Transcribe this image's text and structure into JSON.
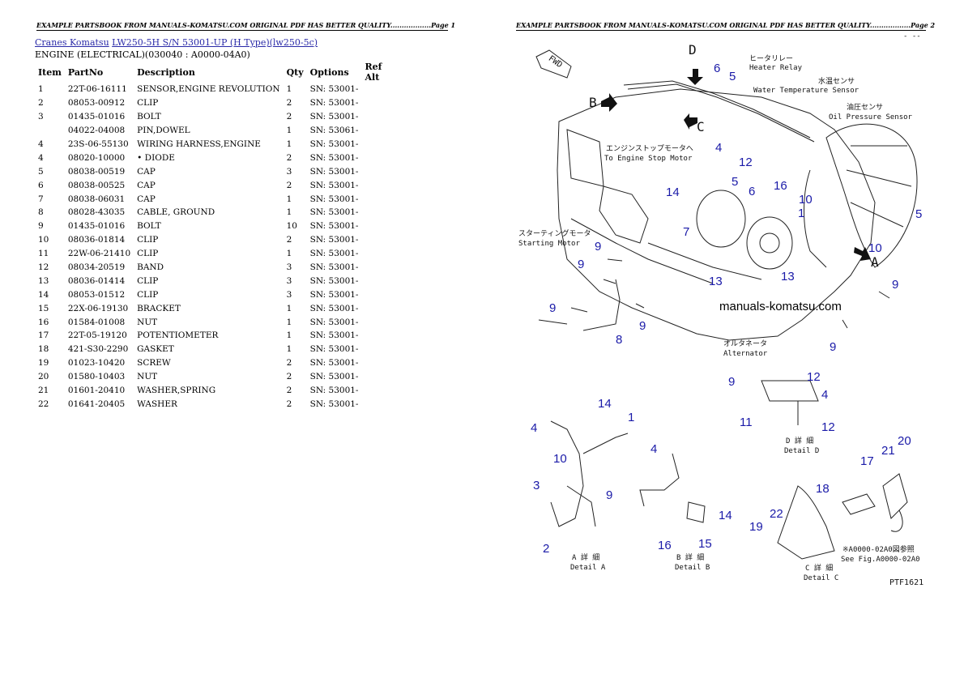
{
  "header": {
    "page1": "EXAMPLE PARTSBOOK FROM MANUALS-KOMATSU.COM ORIGINAL PDF HAS BETTER QUALITY..................Page 1",
    "page2": "EXAMPLE PARTSBOOK FROM MANUALS-KOMATSU.COM ORIGINAL PDF HAS BETTER QUALITY..................Page 2"
  },
  "breadcrumb": {
    "link1": "Cranes Komatsu",
    "link2": "LW250-5H S/N 53001-UP (H Type)(lw250-5c)"
  },
  "section_title": "ENGINE (ELECTRICAL)(030040 : A0000-04A0)",
  "table": {
    "headers": [
      "Item",
      "PartNo",
      "Description",
      "Qty",
      "Options",
      "Ref Alt"
    ],
    "rows": [
      [
        "1",
        "22T-06-16111",
        "SENSOR,ENGINE REVOLUTION",
        "1",
        "SN: 53001-",
        ""
      ],
      [
        "2",
        "08053-00912",
        "CLIP",
        "2",
        "SN: 53001-",
        ""
      ],
      [
        "3",
        "01435-01016",
        "BOLT",
        "2",
        "SN: 53001-",
        ""
      ],
      [
        "",
        "04022-04008",
        "PIN,DOWEL",
        "1",
        "SN: 53061-",
        ""
      ],
      [
        "4",
        "23S-06-55130",
        "WIRING HARNESS,ENGINE",
        "1",
        "SN: 53001-",
        ""
      ],
      [
        "4",
        "08020-10000",
        "• DIODE",
        "2",
        "SN: 53001-",
        ""
      ],
      [
        "5",
        "08038-00519",
        "CAP",
        "3",
        "SN: 53001-",
        ""
      ],
      [
        "6",
        "08038-00525",
        "CAP",
        "2",
        "SN: 53001-",
        ""
      ],
      [
        "7",
        "08038-06031",
        "CAP",
        "1",
        "SN: 53001-",
        ""
      ],
      [
        "8",
        "08028-43035",
        "CABLE, GROUND",
        "1",
        "SN: 53001-",
        ""
      ],
      [
        "9",
        "01435-01016",
        "BOLT",
        "10",
        "SN: 53001-",
        ""
      ],
      [
        "10",
        "08036-01814",
        "CLIP",
        "2",
        "SN: 53001-",
        ""
      ],
      [
        "11",
        "22W-06-21410",
        "CLIP",
        "1",
        "SN: 53001-",
        ""
      ],
      [
        "12",
        "08034-20519",
        "BAND",
        "3",
        "SN: 53001-",
        ""
      ],
      [
        "13",
        "08036-01414",
        "CLIP",
        "3",
        "SN: 53001-",
        ""
      ],
      [
        "14",
        "08053-01512",
        "CLIP",
        "3",
        "SN: 53001-",
        ""
      ],
      [
        "15",
        "22X-06-19130",
        "BRACKET",
        "1",
        "SN: 53001-",
        ""
      ],
      [
        "16",
        "01584-01008",
        "NUT",
        "1",
        "SN: 53001-",
        ""
      ],
      [
        "17",
        "22T-05-19120",
        "POTENTIOMETER",
        "1",
        "SN: 53001-",
        ""
      ],
      [
        "18",
        "421-S30-2290",
        "GASKET",
        "1",
        "SN: 53001-",
        ""
      ],
      [
        "19",
        "01023-10420",
        "SCREW",
        "2",
        "SN: 53001-",
        ""
      ],
      [
        "20",
        "01580-10403",
        "NUT",
        "2",
        "SN: 53001-",
        ""
      ],
      [
        "21",
        "01601-20410",
        "WASHER,SPRING",
        "2",
        "SN: 53001-",
        ""
      ],
      [
        "22",
        "01641-20405",
        "WASHER",
        "2",
        "SN: 53001-",
        ""
      ]
    ]
  },
  "diagram": {
    "watermark": "manuals-komatsu.com",
    "fwd": "FWD",
    "page_mark": "- --",
    "figure_id": "PTF1621",
    "captions": {
      "heater_relay_jp": "ヒータリレー",
      "heater_relay": "Heater Relay",
      "water_temp_jp": "水温センサ",
      "water_temp": "Water Temperature Sensor",
      "oil_pressure_jp": "油圧センサ",
      "oil_pressure": "Oil Pressure Sensor",
      "stop_motor_jp": "エンジンストップモータへ",
      "stop_motor": "To Engine Stop Motor",
      "starting_motor_jp": "スターティングモータ",
      "starting_motor": "Starting Motor",
      "alternator_jp": "オルタネータ",
      "alternator": "Alternator",
      "detail_d_jp": "D 詳 細",
      "detail_d": "Detail D",
      "detail_a_jp": "A 詳 細",
      "detail_a": "Detail A",
      "detail_b_jp": "B 詳 細",
      "detail_b": "Detail B",
      "detail_c_jp": "C 詳 細",
      "detail_c": "Detail C",
      "see_fig_jp": "※A0000-02A0図参照",
      "see_fig": "See Fig.A0000-02A0"
    },
    "letters": [
      "D",
      "B",
      "C",
      "A"
    ],
    "callouts": [
      "6",
      "5",
      "4",
      "12",
      "5",
      "6",
      "16",
      "14",
      "7",
      "10",
      "1",
      "5",
      "10",
      "9",
      "9",
      "9",
      "13",
      "13",
      "9",
      "8",
      "9",
      "9",
      "12",
      "4",
      "11",
      "12",
      "9",
      "14",
      "1",
      "4",
      "10",
      "3",
      "9",
      "2",
      "4",
      "14",
      "16",
      "15",
      "17",
      "21",
      "20",
      "18",
      "22",
      "19"
    ]
  },
  "colors": {
    "callout": "#1a1aa8",
    "link": "#2a2aa8"
  }
}
